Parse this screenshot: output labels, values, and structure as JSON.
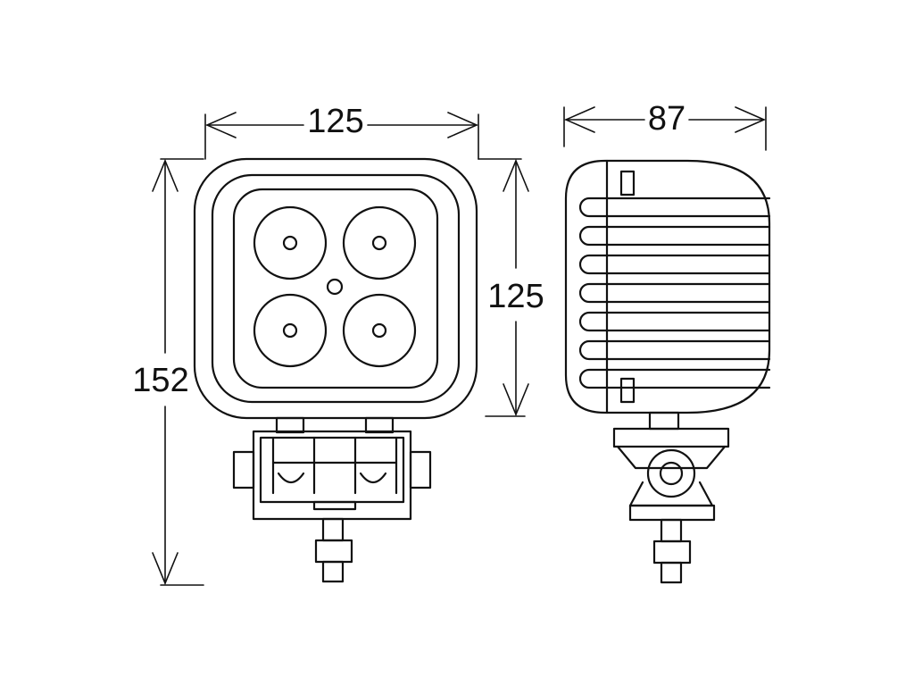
{
  "dimensions": {
    "front_width": "125",
    "overall_height": "152",
    "housing_height": "125",
    "side_depth": "87"
  },
  "led_count": 4
}
